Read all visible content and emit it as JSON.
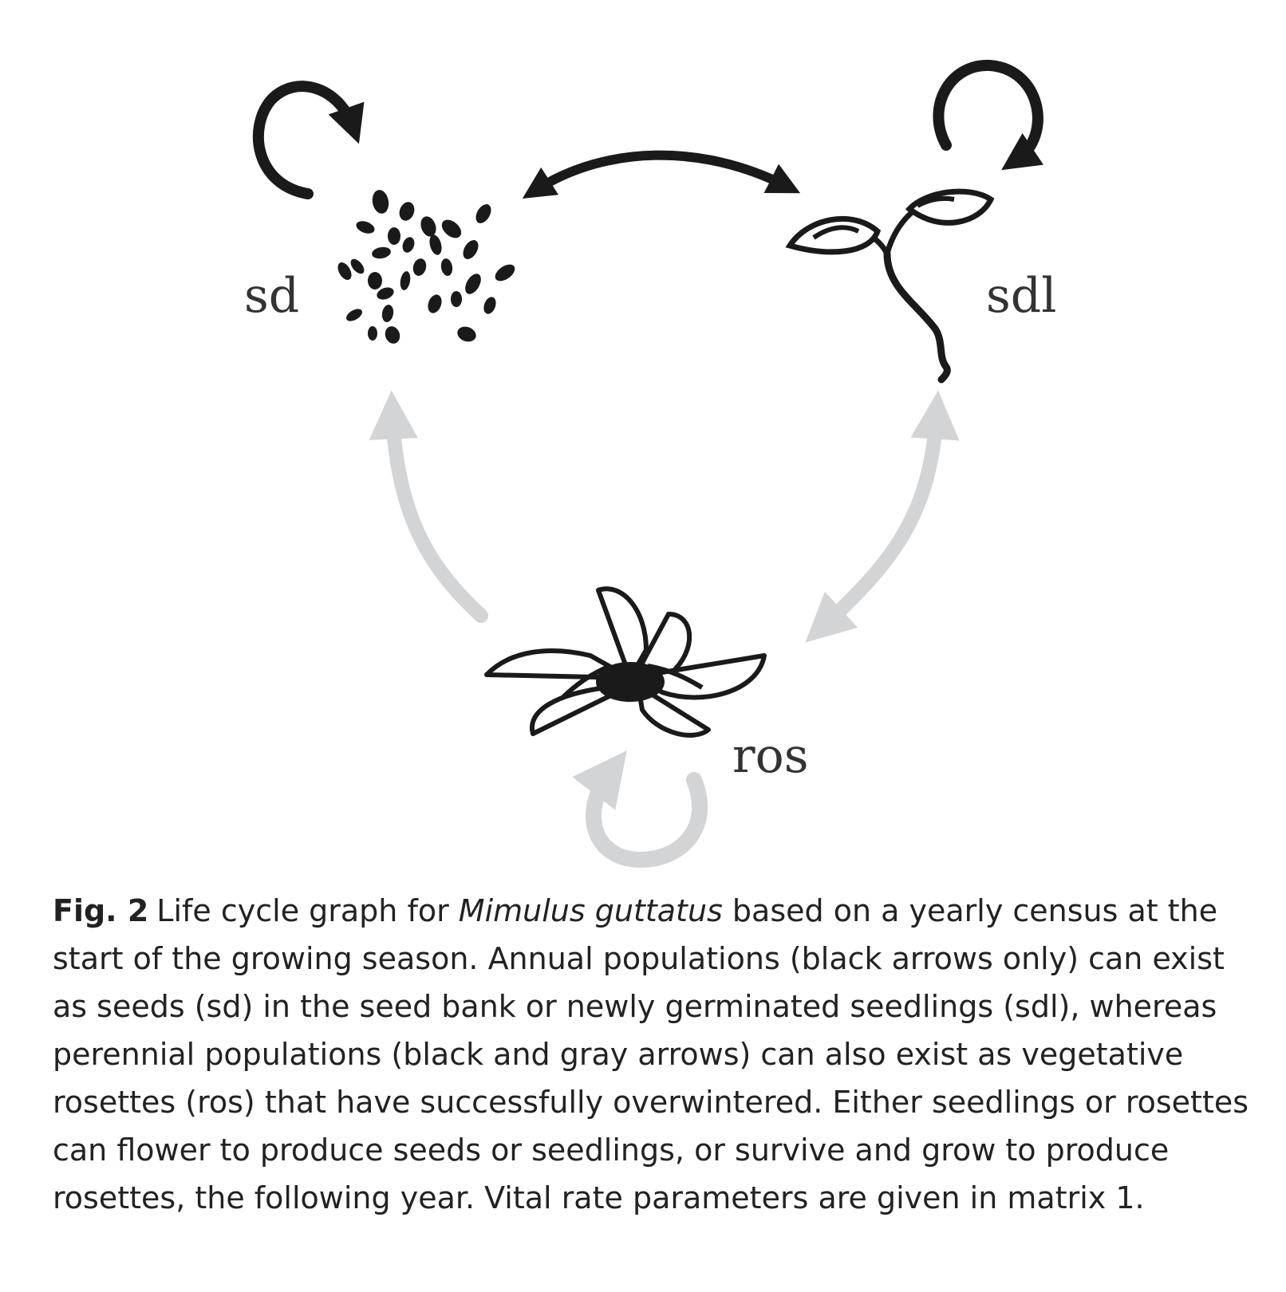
{
  "diagram": {
    "nodes": [
      {
        "id": "sd",
        "label": "sd"
      },
      {
        "id": "sdl",
        "label": "sdl"
      },
      {
        "id": "ros",
        "label": "ros"
      }
    ],
    "colors": {
      "annual_arrows": "#1a1a1a",
      "perennial_arrows": "#d3d4d6",
      "label_text": "#333333"
    },
    "icons": {
      "sd": "seeds-icon",
      "sdl": "seedling-icon",
      "ros": "rosette-icon"
    }
  },
  "caption": {
    "fig_label": "Fig. 2",
    "text_before": "Life cycle graph for ",
    "species": "Mimulus guttatus",
    "text_after": " based on a yearly census at the start of the growing season. Annual populations (black arrows only) can exist as seeds (sd) in the seed bank or newly germinated seedlings (sdl), whereas perennial populations (black and gray arrows) can also exist as vegetative rosettes (ros) that have successfully overwintered. Either seedlings or rosettes can flower to produce seeds or seedlings, or survive and grow to produce rosettes, the following year. Vital rate parameters are given in matrix 1."
  }
}
